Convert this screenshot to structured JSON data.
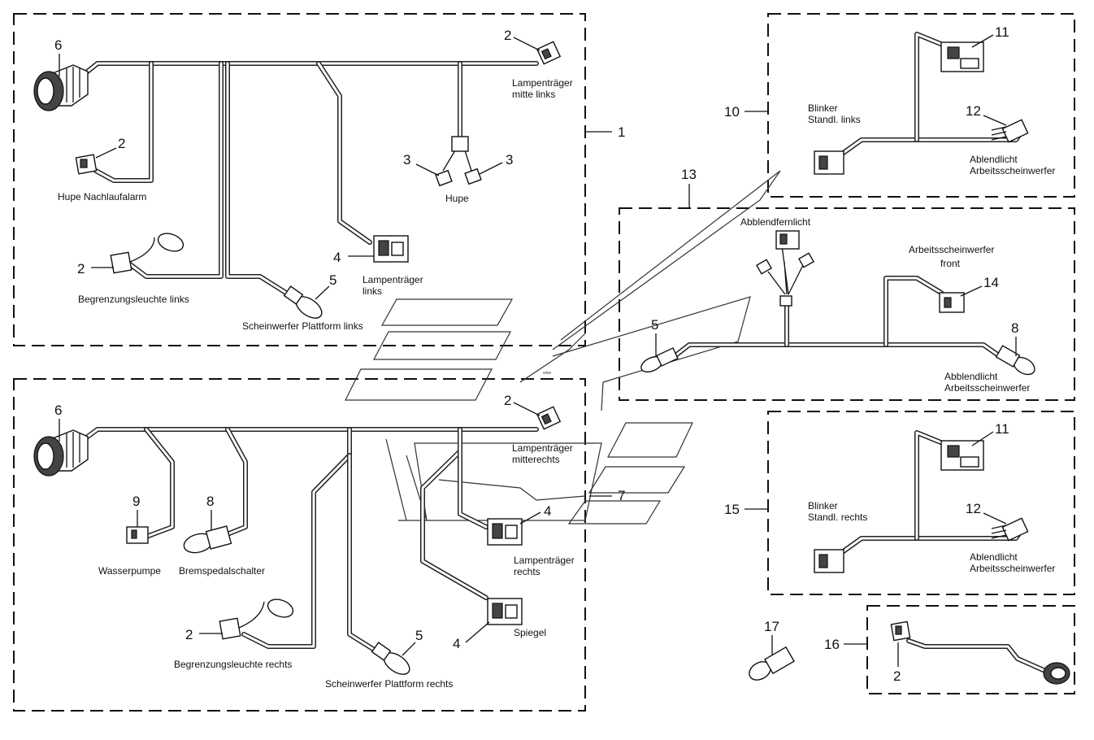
{
  "labels": {
    "hupe_nachlaufalarm": "Hupe Nachlaufalarm",
    "hupe": "Hupe",
    "lamp_mitte_links_1": "Lampenträger",
    "lamp_mitte_links_2": "mitte links",
    "lamp_links_1": "Lampenträger",
    "lamp_links_2": "links",
    "begr_links": "Begrenzungsleuchte links",
    "schein_links": "Scheinwerfer Plattform links",
    "lamp_mitterechts_1": "Lampenträger",
    "lamp_mitterechts_2": "mitterechts",
    "wasserpumpe": "Wasserpumpe",
    "bremspedalschalter": "Bremspedalschalter",
    "lamp_rechts_1": "Lampenträger",
    "lamp_rechts_2": "rechts",
    "spiegel": "Spiegel",
    "begr_rechts": "Begrenzungsleuchte rechts",
    "schein_rechts": "Scheinwerfer Plattform rechts",
    "blinker_links_1": "Blinker",
    "blinker_links_2": "Standl. links",
    "abl_arb_1a": "Ablendlicht",
    "abl_arb_1b": "Arbeitsscheinwerfer",
    "abblendfernlicht": "Abblendfernlicht",
    "arb_front_1": "Arbeitsscheinwerfer",
    "arb_front_2": "front",
    "abbl_arb_1": "Abblendlicht",
    "abbl_arb_2": "Arbeitsscheinwerfer",
    "blinker_rechts_1": "Blinker",
    "blinker_rechts_2": "Standl. rechts",
    "abl_arb_2a": "Ablendlicht",
    "abl_arb_2b": "Arbeitsscheinwerfer",
    "ghost_tiny": "view"
  },
  "callouts": {
    "n1": "1",
    "n2": "2",
    "n3": "3",
    "n4": "4",
    "n5": "5",
    "n6": "6",
    "n7": "7",
    "n8": "8",
    "n9": "9",
    "n10": "10",
    "n11": "11",
    "n12": "12",
    "n13": "13",
    "n14": "14",
    "n15": "15",
    "n16": "16",
    "n17": "17"
  }
}
